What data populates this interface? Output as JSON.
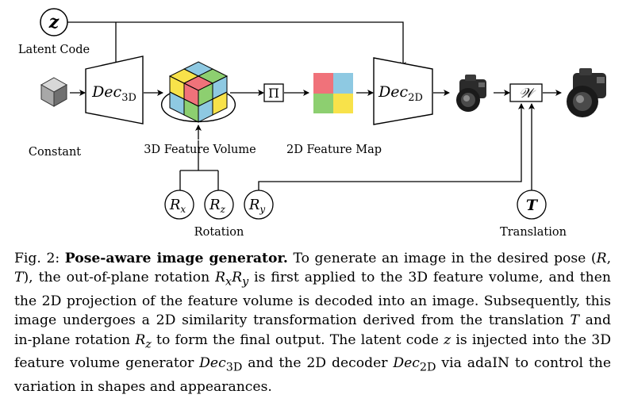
{
  "diagram": {
    "nodes": {
      "z": "z",
      "latent_code": "Latent Code",
      "constant": "Constant",
      "dec3d": "Dec",
      "dec3d_sub": "3D",
      "feature_volume": "3D Feature Volume",
      "projection": "Π",
      "feature_map": "2D Feature Map",
      "dec2d": "Dec",
      "dec2d_sub": "2D",
      "warp": "𝒲",
      "rx": "R",
      "rx_sub": "x",
      "rz": "R",
      "rz_sub": "z",
      "ry": "R",
      "ry_sub": "y",
      "rotation": "Rotation",
      "t": "T",
      "translation": "Translation"
    }
  },
  "caption": {
    "fig_label": "Fig. 2:",
    "title": "Pose-aware image generator.",
    "t1": " To generate an image in the desired pose (",
    "R": "R",
    "comma": ", ",
    "T": "T",
    "t2": "), the out-of-plane rotation ",
    "Rx": "R",
    "x": "x",
    "Ry": "R",
    "y": "y",
    "t3": " is first applied to the 3D feature volume, and then the 2D projection of the feature volume is decoded into an image. Subsequently, this image undergoes a 2D similarity transformation derived from the translation ",
    "T2": "T",
    "t4": " and in-plane rotation ",
    "Rz": "R",
    "z": "z",
    "t5": " to form the final output. The latent code ",
    "zc": "z",
    "t6": " is injected into the 3D feature volume generator ",
    "Dec": "Dec",
    "sub3d": "3D",
    "t7": " and the 2D decoder ",
    "Dec2": "Dec",
    "sub2d": "2D",
    "t8": " via adaIN to control the variation in shapes and appearances."
  },
  "colors": {
    "red": "#f0727a",
    "blue": "#8ec9e2",
    "green": "#8dcf70",
    "yellow": "#f8e24a",
    "edge": "#000000"
  }
}
